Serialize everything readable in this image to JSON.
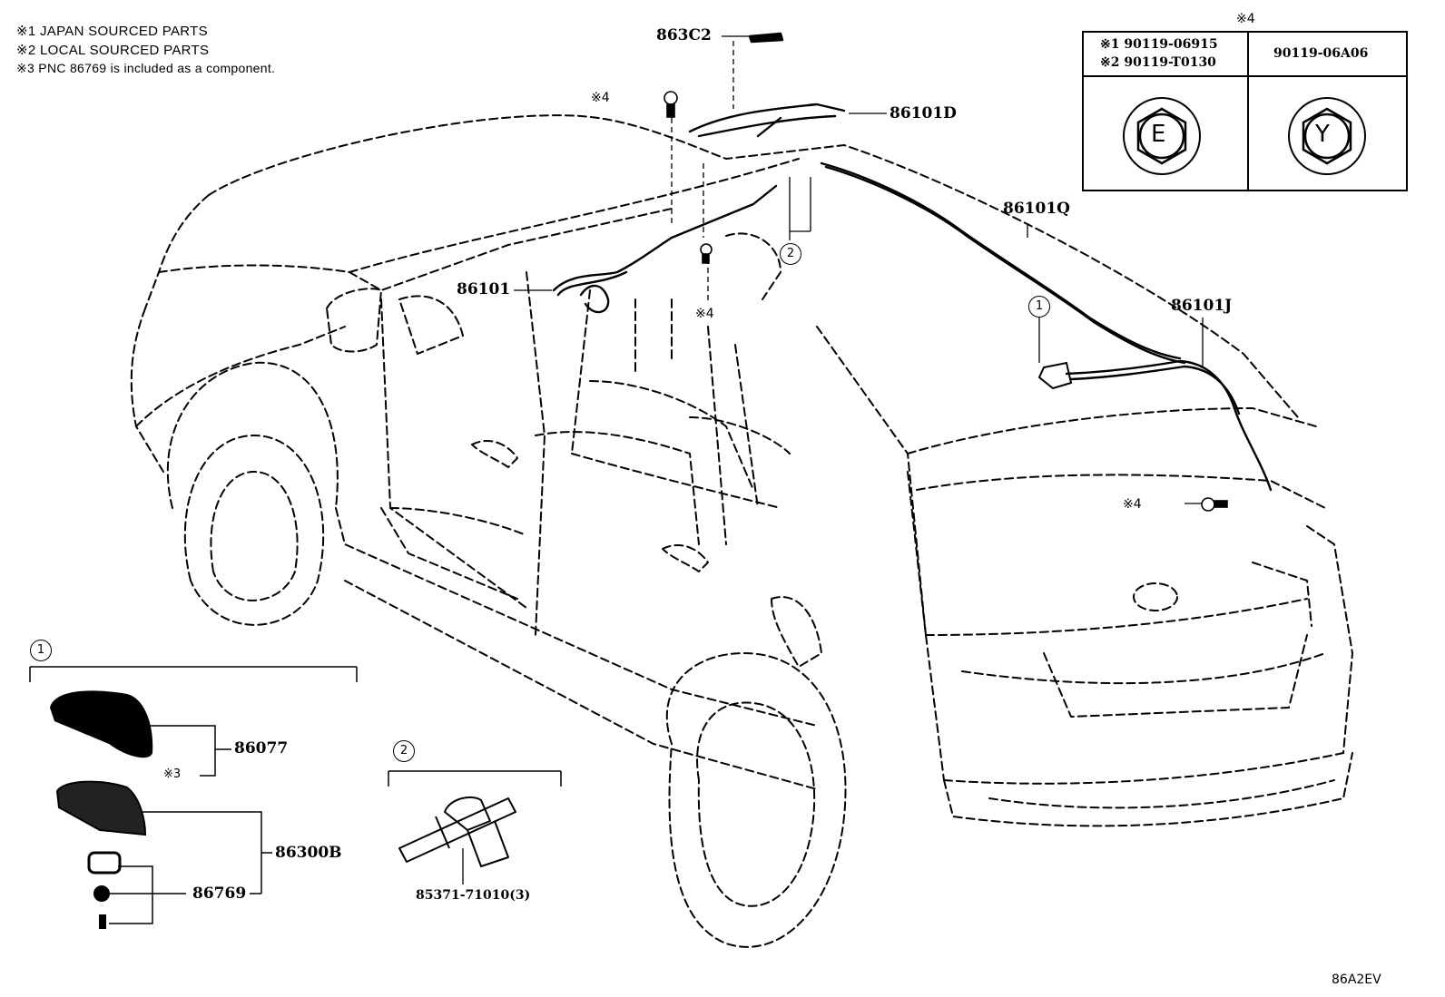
{
  "notes": [
    "※1 JAPAN SOURCED PARTS",
    "※2 LOCAL SOURCED PARTS",
    "※3 PNC 86769 is included as a component."
  ],
  "part_labels": {
    "p863c2": "863C2",
    "p86101d": "86101D",
    "p86101q": "86101Q",
    "p86101j": "86101J",
    "p86101": "86101",
    "p86077": "86077",
    "p86300b": "86300B",
    "p86769": "86769",
    "p85371": "85371-71010(3)"
  },
  "markers": {
    "ref4": "※4",
    "ref3": "※3"
  },
  "callouts": {
    "one": "1",
    "two": "2"
  },
  "bolt_table": {
    "header": "※4",
    "left_line1": "※1 90119-06915",
    "left_line2": "※2 90119-T0130",
    "right_line": "90119-06A06",
    "symbol_left": "E",
    "symbol_right": "Y"
  },
  "diagram_id": "86A2EV"
}
